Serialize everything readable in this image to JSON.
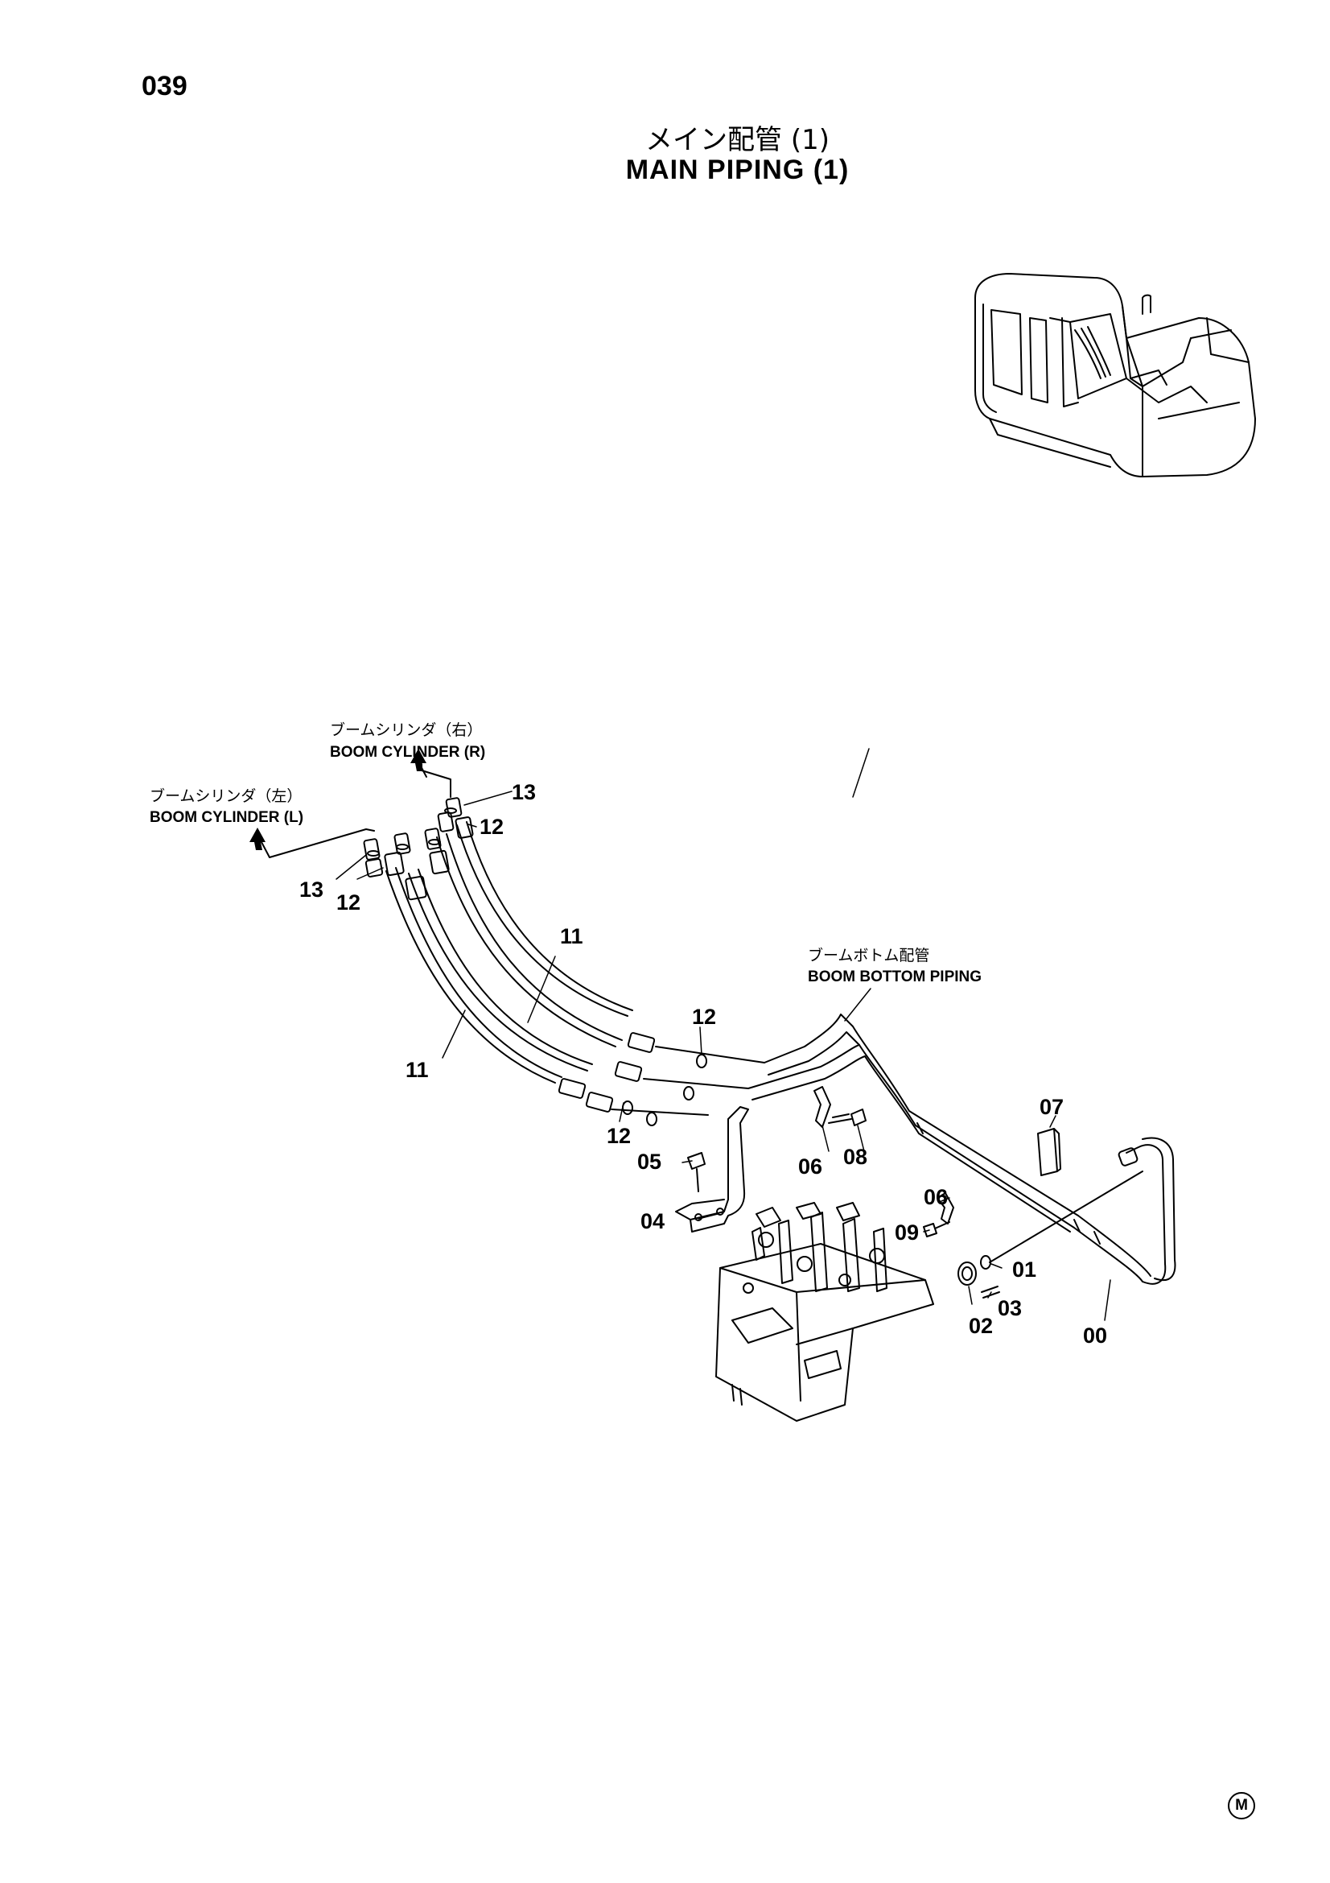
{
  "page_number": "039",
  "title_jp": "メイン配管 (1)",
  "title_en": "MAIN PIPING (1)",
  "labels": {
    "boom_cyl_r_jp": "ブームシリンダ（右）",
    "boom_cyl_r_en": "BOOM CYLINDER (R)",
    "boom_cyl_l_jp": "ブームシリンダ（左）",
    "boom_cyl_l_en": "BOOM CYLINDER (L)",
    "boom_bottom_jp": "ブームボトム配管",
    "boom_bottom_en": "BOOM BOTTOM PIPING"
  },
  "parts": {
    "p13a": "13",
    "p12a": "12",
    "p13b": "13",
    "p12b": "12",
    "p11a": "11",
    "p11b": "11",
    "p12c": "12",
    "p12d": "12",
    "p07": "07",
    "p06a": "06",
    "p08": "08",
    "p05": "05",
    "p04": "04",
    "p06b": "06",
    "p09": "09",
    "p01": "01",
    "p03": "03",
    "p02": "02",
    "p00": "00"
  },
  "corner_mark": "M"
}
